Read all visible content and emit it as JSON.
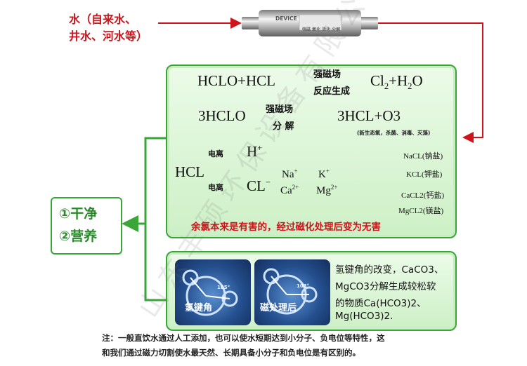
{
  "source": {
    "line1": "水（自来水、",
    "line2": "井水、河水等）"
  },
  "device": {
    "brand": "DEVICE",
    "caption": "强磁 氧化 活化 分解"
  },
  "panel1": {
    "r1": {
      "left": "HCLO+HCL",
      "top": "强磁场",
      "bottom": "反应生成",
      "right_a": "Cl",
      "right_a_sub": "2",
      "right_b": "+H",
      "right_b_sub": "2",
      "right_c": "O"
    },
    "r2": {
      "left": "3HCLO",
      "top": "强磁场",
      "bottom": "分 解",
      "right": "3HCL+O3",
      "note": "(新生态氧，杀菌、消毒、灭藻)"
    },
    "r3": {
      "hcl": "HCL",
      "ion_top": "电离",
      "ion_bottom": "电离",
      "hplus": "H",
      "hplus_sup": "+",
      "clminus": "CL",
      "clminus_sup": "−",
      "na": "Na",
      "na_sup": "+",
      "k": "K",
      "k_sup": "+",
      "ca": "Ca",
      "ca_sup": "2+",
      "mg": "Mg",
      "mg_sup": "2+",
      "products": [
        "NaCL(钠盐)",
        "KCL(钾盐)",
        "CaCL2(钙盐)",
        "MgCL2(镁盐)"
      ]
    },
    "warning": "余氯本来是有害的，经过磁化处理后变为无害"
  },
  "result": {
    "line1": "①干净",
    "line2": "②营养"
  },
  "panel2": {
    "card1_label": "氢键角",
    "card1_angle": "105°",
    "card2_label": "磁处理后",
    "card2_angle": "103°",
    "text": [
      "氢键角的改变，CaCO3、",
      "MgCO3分解生成较松软",
      "的物质Ca(HCO3)2、",
      "Mg(HCO3)2."
    ]
  },
  "footnote": {
    "line1": "注：一般直饮水通过人工添加，也可以使水短期达到小分子、负电位等特性，这",
    "line2": "和我们通过磁力切割使水最天然、长期具备小分子和负电位是有区别的。"
  },
  "watermark": "山东丰硕环保设备有限公司",
  "colors": {
    "red": "#d0121a",
    "green": "#3aa63a",
    "panel": "#d8f3d2"
  }
}
